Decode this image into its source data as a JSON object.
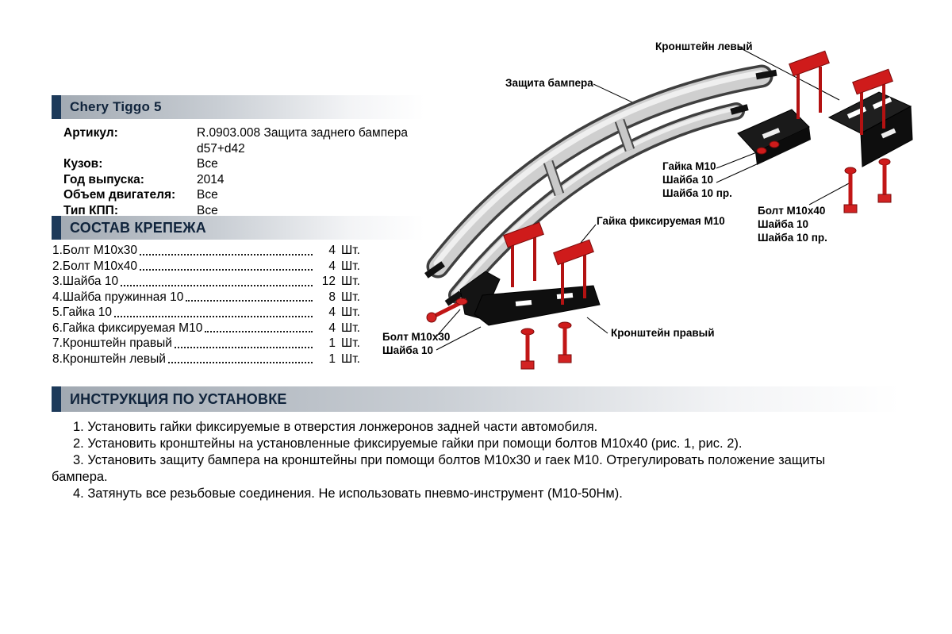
{
  "header": {
    "title": "Chery Tiggo 5"
  },
  "specs": {
    "rows": [
      {
        "label": "Артикул:",
        "value": "R.0903.008 Защита заднего бампера d57+d42"
      },
      {
        "label": "Кузов:",
        "value": "Все"
      },
      {
        "label": "Год выпуска:",
        "value": "2014"
      },
      {
        "label": "Объем двигателя:",
        "value": "Все"
      },
      {
        "label": "Тип КПП:",
        "value": "Все"
      }
    ]
  },
  "fasteners": {
    "title": "СОСТАВ КРЕПЕЖА",
    "items": [
      {
        "name": "1.Болт М10х30",
        "qty": "4",
        "unit": "Шт."
      },
      {
        "name": "2.Болт М10х40",
        "qty": "4",
        "unit": "Шт."
      },
      {
        "name": "3.Шайба 10",
        "qty": "12",
        "unit": "Шт."
      },
      {
        "name": "4.Шайба пружинная 10",
        "qty": "8",
        "unit": "Шт."
      },
      {
        "name": "5.Гайка 10",
        "qty": "4",
        "unit": "Шт."
      },
      {
        "name": "6.Гайка фиксируемая М10",
        "qty": "4",
        "unit": "Шт."
      },
      {
        "name": "7.Кронштейн правый",
        "qty": "1",
        "unit": "Шт."
      },
      {
        "name": "8.Кронштейн левый",
        "qty": "1",
        "unit": "Шт."
      }
    ]
  },
  "instructions": {
    "title": "ИНСТРУКЦИЯ ПО УСТАНОВКЕ",
    "steps": [
      "1. Установить гайки фиксируемые в отверстия лонжеронов задней части автомобиля.",
      "2. Установить кронштейны на установленные фиксируемые гайки при помощи болтов М10х40 (рис. 1, рис. 2).",
      "3. Установить защиту бампера на кронштейны при помощи болтов М10х30 и гаек М10. Отрегулировать положение защиты бампера.",
      "4. Затянуть все резьбовые соединения. Не использовать пневмо-инструмент (М10-50Нм)."
    ]
  },
  "diagram": {
    "labels": {
      "bracket_left": "Кронштейн левый",
      "bumper_guard": "Защита бампера",
      "nut_group": [
        "Гайка М10",
        "Шайба 10",
        "Шайба 10 пр."
      ],
      "bolt40_group": [
        "Болт М10х40",
        "Шайба 10",
        "Шайба 10 пр."
      ],
      "lock_nut": "Гайка фиксируемая М10",
      "bolt30_group": [
        "Болт М10х30",
        "Шайба 10"
      ],
      "bracket_right": "Кронштейн правый"
    }
  },
  "colors": {
    "accent_red": "#cc1717",
    "bar_navy": "#1d3a5a",
    "bar_gray": "#a0a8b1",
    "bracket_black": "#141414",
    "tube_gray": "#cfcfcf"
  }
}
